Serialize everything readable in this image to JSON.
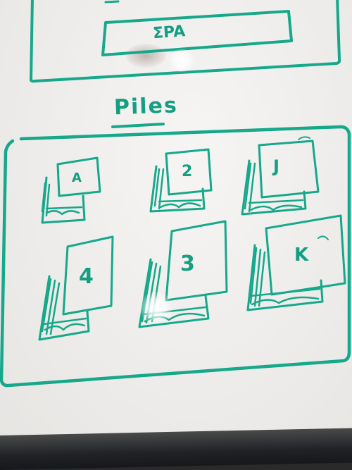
{
  "top_box": {
    "label": "ΣPA"
  },
  "heading": {
    "text": "Piles"
  },
  "piles": [
    {
      "label": "A"
    },
    {
      "label": "2"
    },
    {
      "label": "J"
    },
    {
      "label": "4"
    },
    {
      "label": "3"
    },
    {
      "label": "K"
    }
  ],
  "colors": {
    "marker": "#16a88a",
    "board": "#f1f0ee",
    "floor": "#1f2226"
  }
}
